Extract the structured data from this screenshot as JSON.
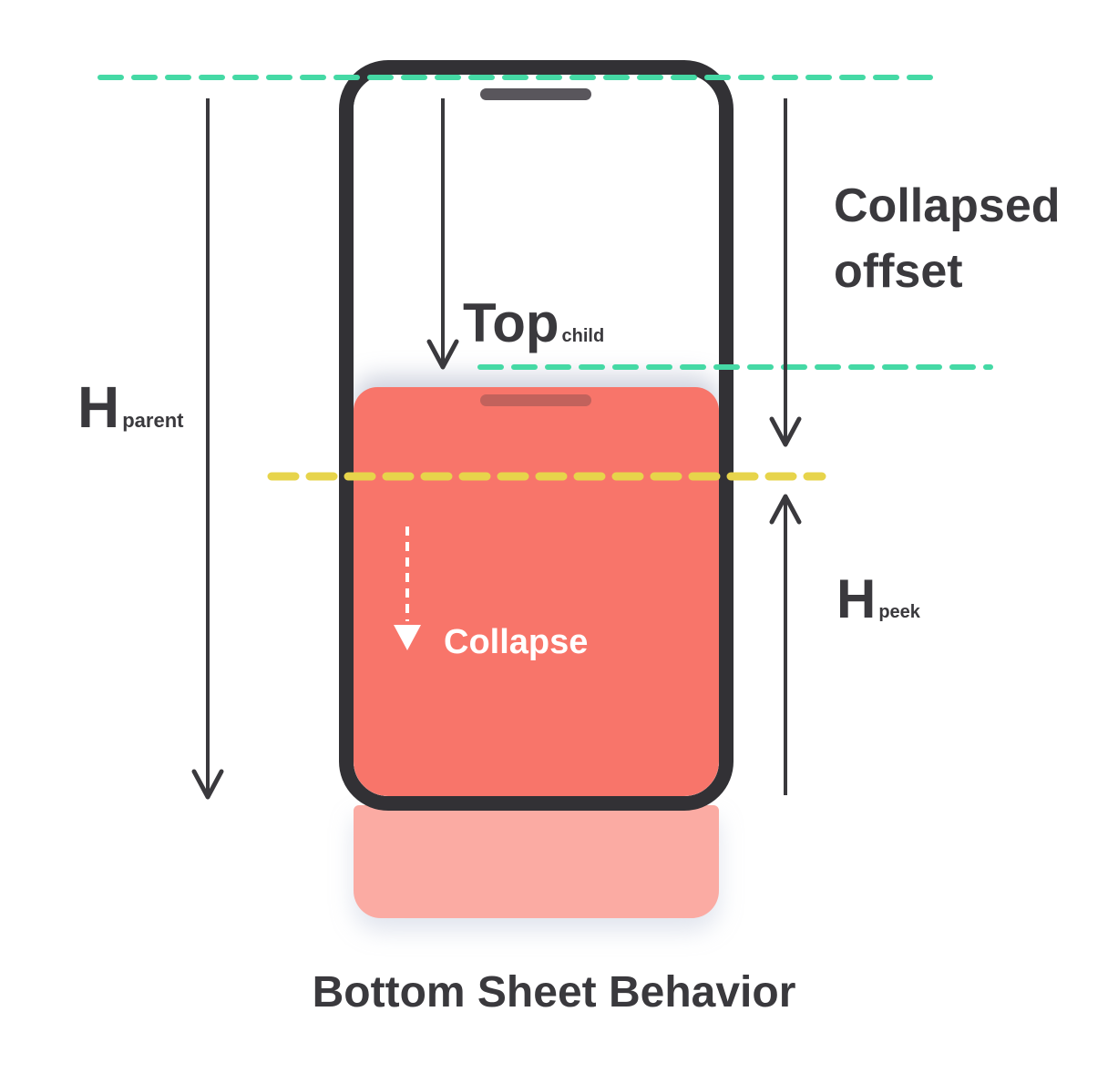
{
  "title": "Bottom Sheet Behavior",
  "labels": {
    "h_parent": {
      "main": "H",
      "sub": "parent"
    },
    "top_child": {
      "main": "Top",
      "sub": "child"
    },
    "collapsed_offset": {
      "line1": "Collapsed",
      "line2": "offset"
    },
    "h_peek": {
      "main": "H",
      "sub": "peek"
    },
    "collapse": "Collapse"
  },
  "colors": {
    "teal_dash": "#45D9A5",
    "yellow_dash": "#E7D44B",
    "sheet_red": "#F8756A",
    "sheet_pink": "#FBABA3",
    "phone_frame": "#323135",
    "speaker_bar": "#59565C",
    "sheet_handle": "#C2625C",
    "arrow": "#3A393D",
    "text_dark": "#3A393D",
    "white": "#FFFFFF"
  }
}
